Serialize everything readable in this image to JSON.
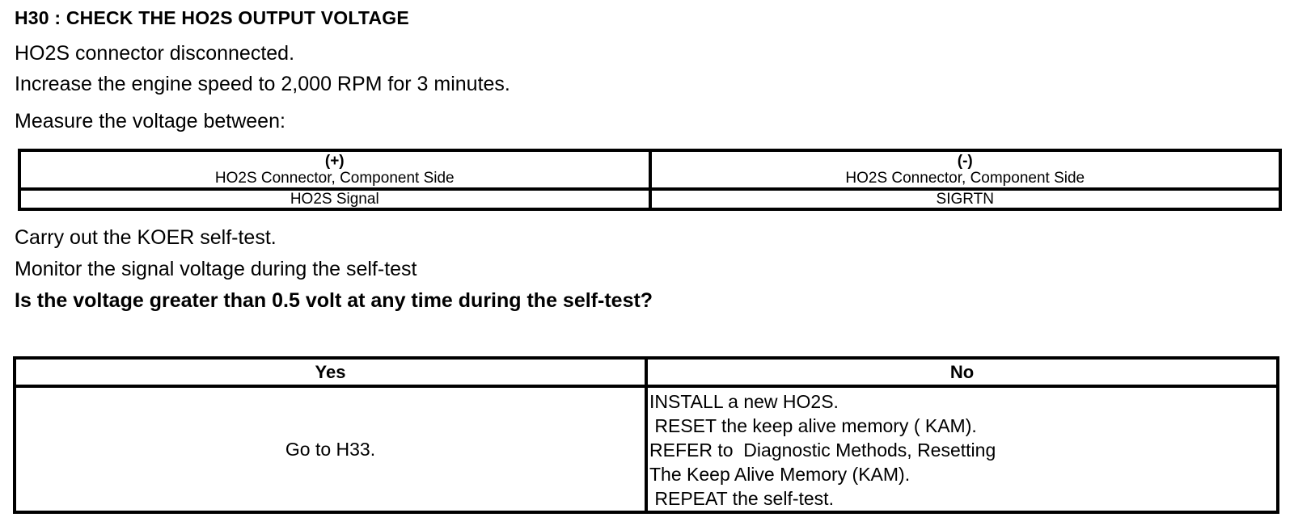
{
  "page": {
    "heading": "H30 : CHECK THE HO2S OUTPUT VOLTAGE",
    "instructions": [
      "HO2S connector disconnected.",
      "Increase the engine speed to 2,000 RPM for 3 minutes.",
      "Measure the voltage between:"
    ],
    "measurement_table": {
      "positive": {
        "polarity": "(+)",
        "header": "HO2S Connector, Component Side",
        "value": "HO2S Signal"
      },
      "negative": {
        "polarity": "(-)",
        "header": "HO2S Connector, Component Side",
        "value": "SIGRTN"
      }
    },
    "post_instructions": [
      "Carry out the KOER self-test.",
      "Monitor the signal voltage during the self-test"
    ],
    "question": "Is the voltage greater than 0.5 volt at any time during the self-test?",
    "decision_table": {
      "headers": {
        "yes": "Yes",
        "no": "No"
      },
      "yes_result": "Go to H33.",
      "no_result_lines": [
        "INSTALL a new HO2S.",
        " RESET the keep alive memory ( KAM).",
        "REFER to  Diagnostic Methods, Resetting",
        "The Keep Alive Memory (KAM).",
        " REPEAT the self-test."
      ]
    },
    "colors": {
      "text": "#000000",
      "background": "#ffffff",
      "border": "#000000"
    }
  }
}
